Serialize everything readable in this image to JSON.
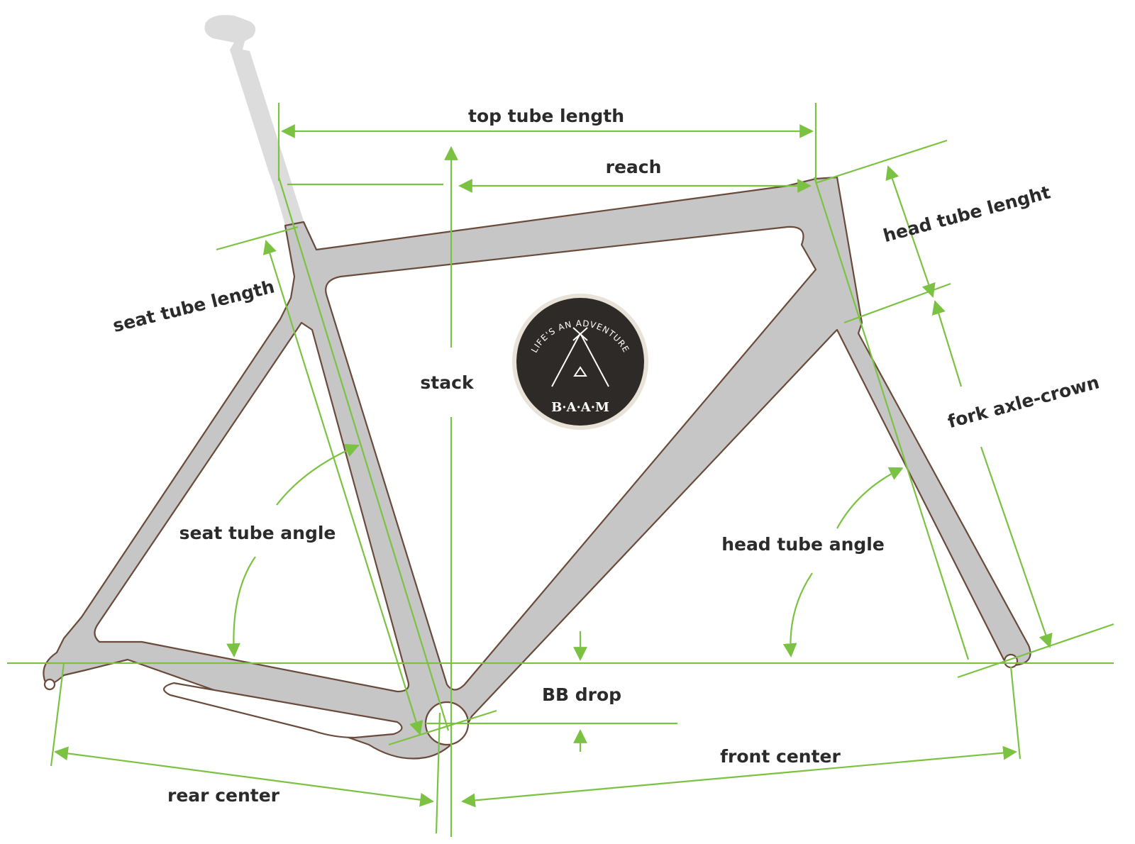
{
  "labels": {
    "top_tube_length": "top tube length",
    "reach": "reach",
    "head_tube_length": "head tube lenght",
    "seat_tube_length": "seat tube length",
    "stack": "stack",
    "fork_axle_crown": "fork axle-crown",
    "seat_tube_angle": "seat tube angle",
    "head_tube_angle": "head tube angle",
    "bb_drop": "BB drop",
    "front_center": "front center",
    "rear_center": "rear center"
  },
  "badge": {
    "arc_text": "LIFE'S AN ADVENTURE",
    "brand": "B·A·A·M"
  },
  "colors": {
    "dimension_line": "#7cc242",
    "frame_fill": "#c6c6c6",
    "frame_outline": "#6a4a3a",
    "seatpost": "#dcdcdc",
    "badge_fill": "#2d2a27",
    "badge_ring": "#e9e2d8",
    "label_text": "#2b2b2b"
  }
}
